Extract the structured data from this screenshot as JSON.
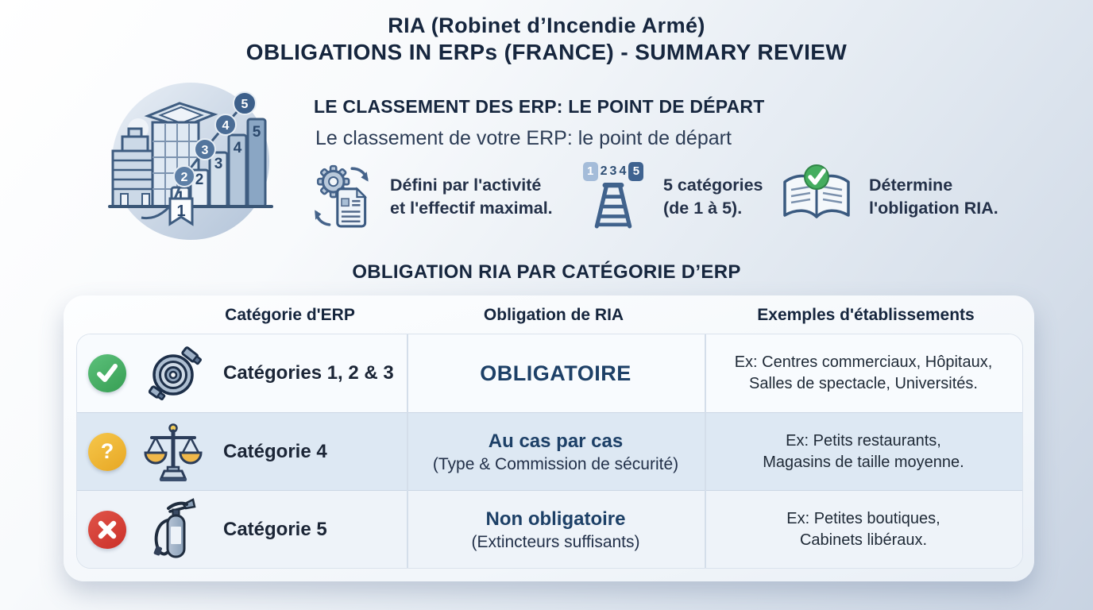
{
  "page": {
    "title_line1": "RIA (Robinet d’Incendie Armé)",
    "title_line2": "OBLIGATIONS IN ERPs (FRANCE) - SUMMARY REVIEW"
  },
  "classification": {
    "heading": "LE CLASSEMENT DES ERP: LE POINT DE DÉPART",
    "subheading": "Le classement de votre ERP: le point de départ",
    "illustration": {
      "name": "erp-categories-buildings-illustration",
      "steps": [
        "1",
        "2",
        "3",
        "4",
        "5"
      ]
    },
    "features": [
      {
        "icon": "gear-document-icon",
        "line1": "Défini par l'activité",
        "line2": "et l'effectif maximal."
      },
      {
        "icon": "categories-ladder-icon",
        "chips": [
          "1",
          "2",
          "3",
          "4",
          "5"
        ],
        "line1": "5 catégories",
        "line2": "(de 1 à 5)."
      },
      {
        "icon": "book-check-icon",
        "line1": "Détermine",
        "line2": "l'obligation RIA."
      }
    ]
  },
  "table": {
    "heading": "OBLIGATION RIA PAR CATÉGORIE D’ERP",
    "columns": [
      "Catégorie d'ERP",
      "Obligation de RIA",
      "Exemples d'établissements"
    ],
    "rows": [
      {
        "status_icon": "check-circle-icon",
        "category_icon": "fire-hose-icon",
        "category": "Catégories 1, 2 & 3",
        "obligation": "OBLIGATOIRE",
        "obligation_note": "",
        "examples_line1": "Ex: Centres commerciaux, Hôpitaux,",
        "examples_line2": "Salles de spectacle, Universités."
      },
      {
        "status_icon": "question-circle-icon",
        "category_icon": "scales-icon",
        "category": "Catégorie 4",
        "obligation": "Au cas par cas",
        "obligation_note": "(Type & Commission de sécurité)",
        "examples_line1": "Ex: Petits restaurants,",
        "examples_line2": "Magasins de taille moyenne."
      },
      {
        "status_icon": "x-circle-icon",
        "category_icon": "fire-extinguisher-icon",
        "category": "Catégorie 5",
        "obligation": "Non obligatoire",
        "obligation_note": "(Extincteurs suffisants)",
        "examples_line1": "Ex: Petites boutiques,",
        "examples_line2": "Cabinets libéraux."
      }
    ]
  },
  "colors": {
    "title_navy": "#16263e",
    "accent_blue": "#1d4067",
    "status_green": "#3fae5a",
    "status_amber": "#eeb32e",
    "status_red": "#d6382f",
    "row_alt_blue": "#dde8f3",
    "background_end": "#c8d3e2"
  }
}
